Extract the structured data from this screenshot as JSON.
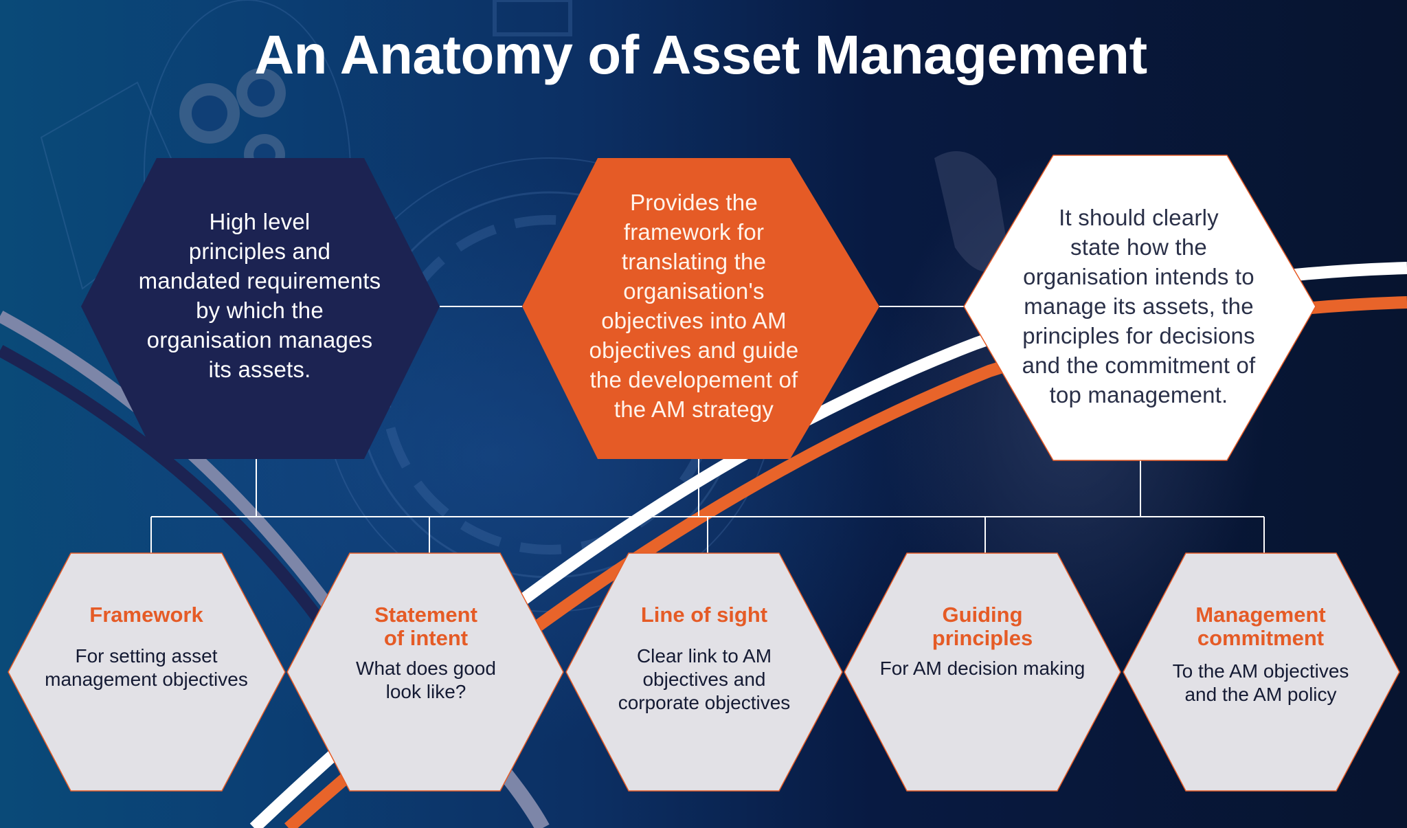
{
  "title": "An Anatomy of Asset Management",
  "colors": {
    "navy": "#1c2352",
    "orange": "#e55b26",
    "white": "#ffffff",
    "light_grey": "#e2e1e6",
    "accent_text": "#e55b26",
    "body_text": "#141a33"
  },
  "top_row": [
    {
      "id": "policy",
      "fill": "navy",
      "text": "High level principles and mandated requirements by which the organisation manages its assets.",
      "lines": [
        "High level",
        "principles and",
        "mandated requirements",
        "by which the",
        "organisation manages",
        "its assets."
      ]
    },
    {
      "id": "strategy",
      "fill": "orange",
      "text": "Provides the framework for translating the organisation's objectives into AM objectives and guide the developement of the AM strategy",
      "lines": [
        "Provides the",
        "framework for",
        "translating the",
        "organisation's",
        "objectives into AM",
        "objectives and guide",
        "the developement of",
        "the AM strategy"
      ]
    },
    {
      "id": "statement",
      "fill": "white",
      "text": "It should clearly state how the organisation intends to manage its assets, the principles for decisions and the commitment of top management.",
      "lines": [
        "It should clearly",
        "state how the",
        "organisation intends to",
        "manage its assets, the",
        "principles for decisions",
        "and the commitment of",
        "top management."
      ]
    }
  ],
  "bottom_row": [
    {
      "title_lines": [
        "Framework"
      ],
      "desc_lines": [
        "For setting asset",
        "management objectives"
      ]
    },
    {
      "title_lines": [
        "Statement",
        "of intent"
      ],
      "desc_lines": [
        "What does good",
        "look like?"
      ]
    },
    {
      "title_lines": [
        "Line of sight"
      ],
      "desc_lines": [
        "Clear link to AM",
        "objectives and",
        "corporate objectives"
      ]
    },
    {
      "title_lines": [
        "Guiding",
        "principles"
      ],
      "desc_lines": [
        "For AM decision making"
      ]
    },
    {
      "title_lines": [
        "Management",
        "commitment"
      ],
      "desc_lines": [
        "To the AM objectives",
        "and the AM policy"
      ]
    }
  ]
}
